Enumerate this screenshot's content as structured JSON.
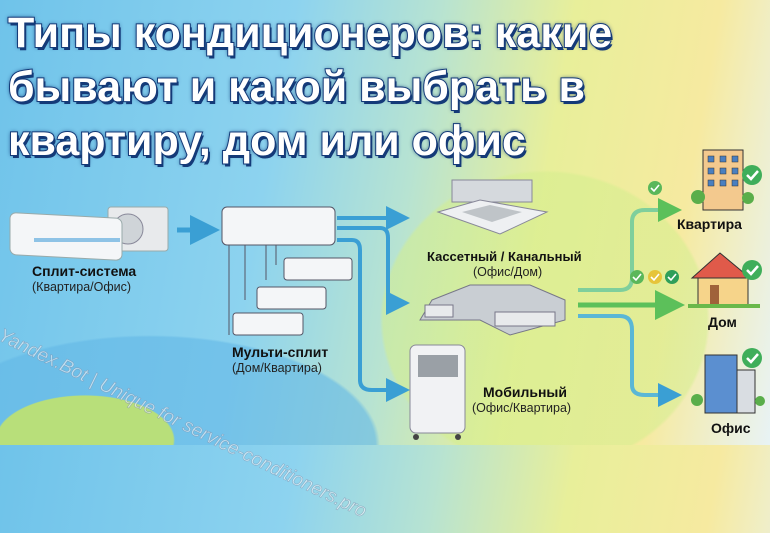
{
  "title": {
    "line1": "Типы кондиционеров: какие",
    "line2": "бывают и какой выбрать в",
    "line3": "квартиру, дом или офис"
  },
  "types": [
    {
      "name": "Сплит-система",
      "use": "(Квартира/Офис)"
    },
    {
      "name": "Мульти-сплит",
      "use": "(Дом/Квартира)"
    },
    {
      "name": "Кассетный / Канальный",
      "use": "(Офис/Дом)"
    },
    {
      "name": "Мобильный",
      "use": "(Офис/Квартира)"
    }
  ],
  "destinations": [
    {
      "name": "Квартира"
    },
    {
      "name": "Дом"
    },
    {
      "name": "Офис"
    }
  ],
  "watermark": "Yandex.Bot | Unique for service-conditioners.pro",
  "colors": {
    "arrow_blue": "#3a9fd4",
    "arrow_green": "#5cc05a",
    "check": "#2fa84f",
    "title_stroke": "#143a78"
  }
}
